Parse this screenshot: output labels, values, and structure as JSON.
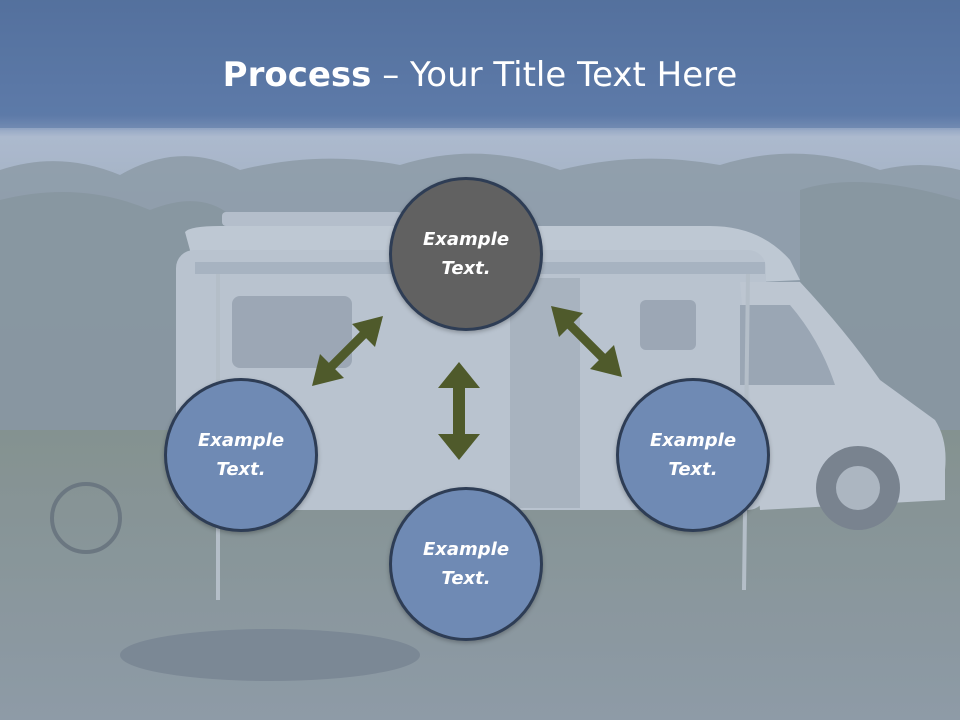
{
  "title": {
    "bold": "Process",
    "dash": " – ",
    "rest": "Your Title Text Here"
  },
  "colors": {
    "top_node": "#616161",
    "other_nodes": "#6f8ab4",
    "node_border": "#2e3d55",
    "arrow": "#4f5a2b",
    "header": "#5873a0"
  },
  "nodes": {
    "top": {
      "label": "Example Text."
    },
    "left": {
      "label": "Example Text."
    },
    "right": {
      "label": "Example Text."
    },
    "bottom": {
      "label": "Example Text."
    }
  }
}
